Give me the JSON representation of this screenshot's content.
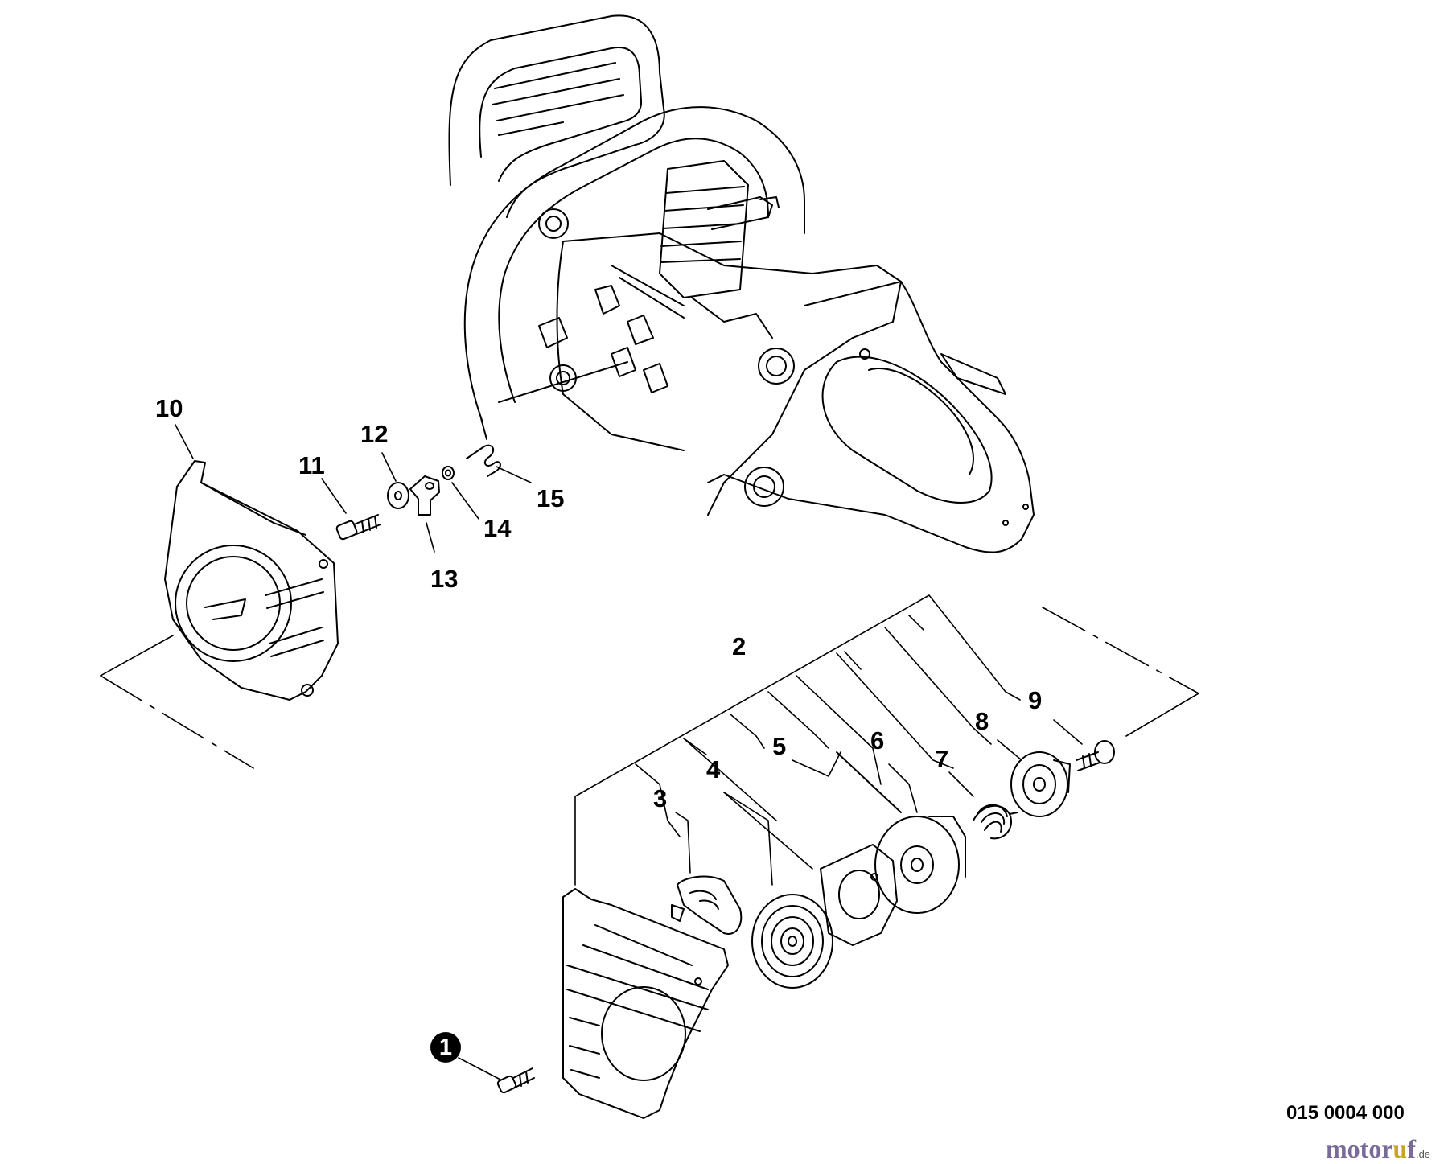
{
  "callouts": {
    "c1": "1",
    "c2": "2",
    "c3": "3",
    "c4": "4",
    "c5": "5",
    "c6": "6",
    "c7": "7",
    "c8": "8",
    "c9": "9",
    "c10": "10",
    "c11": "11",
    "c12": "12",
    "c13": "13",
    "c14": "14",
    "c15": "15"
  },
  "drawing_number": "015 0004 000",
  "watermark": {
    "word_a": "motor",
    "word_b": "u",
    "word_c": "f",
    "suffix": ".de",
    "color_main": "#7a6a9a",
    "color_accent": "#c9a227"
  },
  "colors": {
    "line": "#000000",
    "background": "#ffffff"
  }
}
